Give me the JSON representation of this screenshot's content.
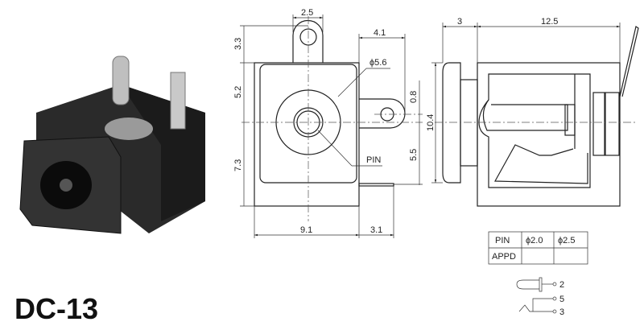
{
  "title": "DC-13",
  "front_view": {
    "dims": {
      "tab_width": "2.5",
      "tab_height": "3.3",
      "upper_height": "5.2",
      "lower_height": "7.3",
      "side_tab_offset": "4.1",
      "hole_dia": "ϕ5.6",
      "tab_offset": "0.8",
      "pin_height": "5.5",
      "body_width": "9.1",
      "pin_extension": "3.1"
    },
    "pin_label": "PIN"
  },
  "side_view": {
    "dims": {
      "flange": "3",
      "body_length": "12.5",
      "height": "10.4"
    }
  },
  "pin_table": {
    "rows": [
      [
        "PIN",
        "ϕ2.0",
        "ϕ2.5"
      ],
      [
        "APPD",
        "",
        ""
      ]
    ]
  },
  "schematic": {
    "terminals": [
      "2",
      "5",
      "3"
    ]
  }
}
